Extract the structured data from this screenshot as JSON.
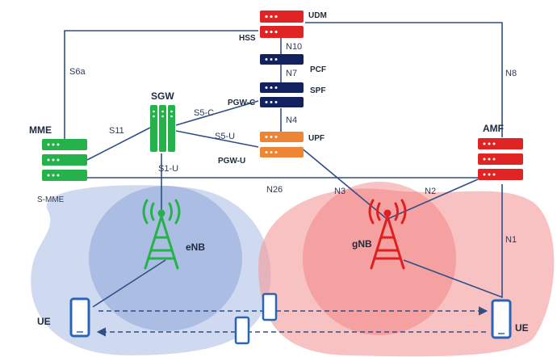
{
  "colors": {
    "link": "#2f4f86",
    "udm_red": "#e02424",
    "core_navy": "#13225e",
    "upf_orange": "#ee8535",
    "sgw_green": "#26b24a",
    "lte_cell": "#a7bce3",
    "nr_cell": "#f59a9a",
    "gnb_red": "#e02020",
    "enb_green": "#26b24a",
    "ue_blue": "#2a64b8"
  },
  "nodes": {
    "udm": "UDM",
    "hss": "HSS",
    "pcf": "PCF",
    "spf": "SPF",
    "pgw_c": "PGW-C",
    "upf": "UPF",
    "pgw_u": "PGW-U",
    "sgw": "SGW",
    "mme": "MME",
    "s_mme": "S-MME",
    "amf": "AMF",
    "enb": "eNB",
    "gnb": "gNB",
    "ue_left": "UE",
    "ue_right": "UE"
  },
  "interfaces": {
    "s6a": "S6a",
    "n10": "N10",
    "n7": "N7",
    "n4": "N4",
    "n8": "N8",
    "s11": "S11",
    "s5_c": "S5-C",
    "s5_u": "S5-U",
    "s1_u": "S1-U",
    "n26": "N26",
    "n3": "N3",
    "n2": "N2",
    "n1": "N1"
  },
  "icons": {
    "server": "server-rack-icon",
    "tower": "radio-tower-icon",
    "phone": "smartphone-icon"
  }
}
